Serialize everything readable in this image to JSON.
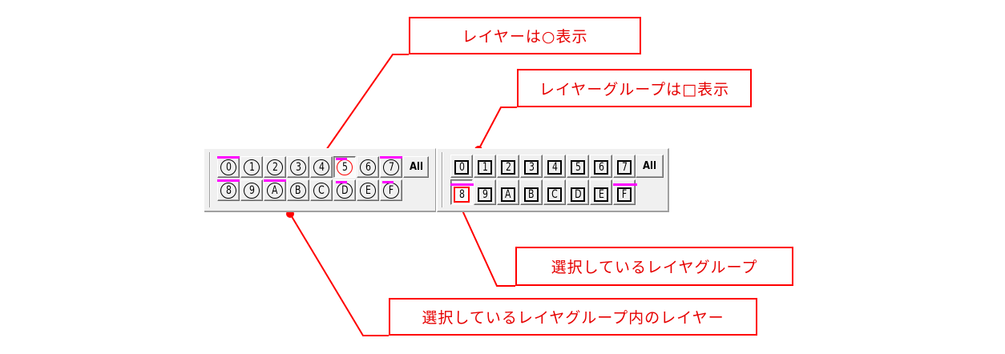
{
  "annotations": {
    "layer_circle": "レイヤーは○表示",
    "group_square": "レイヤーグループは□表示",
    "selected_group": "選択しているレイヤグループ",
    "layers_in_group": "選択しているレイヤグループ内のレイヤー"
  },
  "layer_panel": {
    "shape": "circle",
    "all_label": "All",
    "pressed": "5",
    "buttons": [
      {
        "label": "0",
        "marker": "full"
      },
      {
        "label": "1",
        "marker": "none"
      },
      {
        "label": "2",
        "marker": "none"
      },
      {
        "label": "3",
        "marker": "none"
      },
      {
        "label": "4",
        "marker": "none"
      },
      {
        "label": "5",
        "marker": "half",
        "pressed": true,
        "selected": true
      },
      {
        "label": "6",
        "marker": "none"
      },
      {
        "label": "7",
        "marker": "full"
      },
      {
        "label": "8",
        "marker": "full"
      },
      {
        "label": "9",
        "marker": "none"
      },
      {
        "label": "A",
        "marker": "full"
      },
      {
        "label": "B",
        "marker": "none"
      },
      {
        "label": "C",
        "marker": "none"
      },
      {
        "label": "D",
        "marker": "half"
      },
      {
        "label": "E",
        "marker": "none"
      },
      {
        "label": "F",
        "marker": "half"
      }
    ]
  },
  "group_panel": {
    "shape": "square",
    "all_label": "All",
    "pressed": "8",
    "buttons": [
      {
        "label": "0",
        "marker": "none"
      },
      {
        "label": "1",
        "marker": "none"
      },
      {
        "label": "2",
        "marker": "none"
      },
      {
        "label": "3",
        "marker": "none"
      },
      {
        "label": "4",
        "marker": "none"
      },
      {
        "label": "5",
        "marker": "none"
      },
      {
        "label": "6",
        "marker": "none"
      },
      {
        "label": "7",
        "marker": "none"
      },
      {
        "label": "8",
        "marker": "full",
        "pressed": true,
        "selected": true
      },
      {
        "label": "9",
        "marker": "none"
      },
      {
        "label": "A",
        "marker": "none"
      },
      {
        "label": "B",
        "marker": "none"
      },
      {
        "label": "C",
        "marker": "none"
      },
      {
        "label": "D",
        "marker": "none"
      },
      {
        "label": "E",
        "marker": "none"
      },
      {
        "label": "F",
        "marker": "full"
      }
    ]
  },
  "colors": {
    "annotation": "#ff0000",
    "marker": "#ff00ff",
    "selected": "#ff0000",
    "panel_bg": "#f0f0f0"
  }
}
